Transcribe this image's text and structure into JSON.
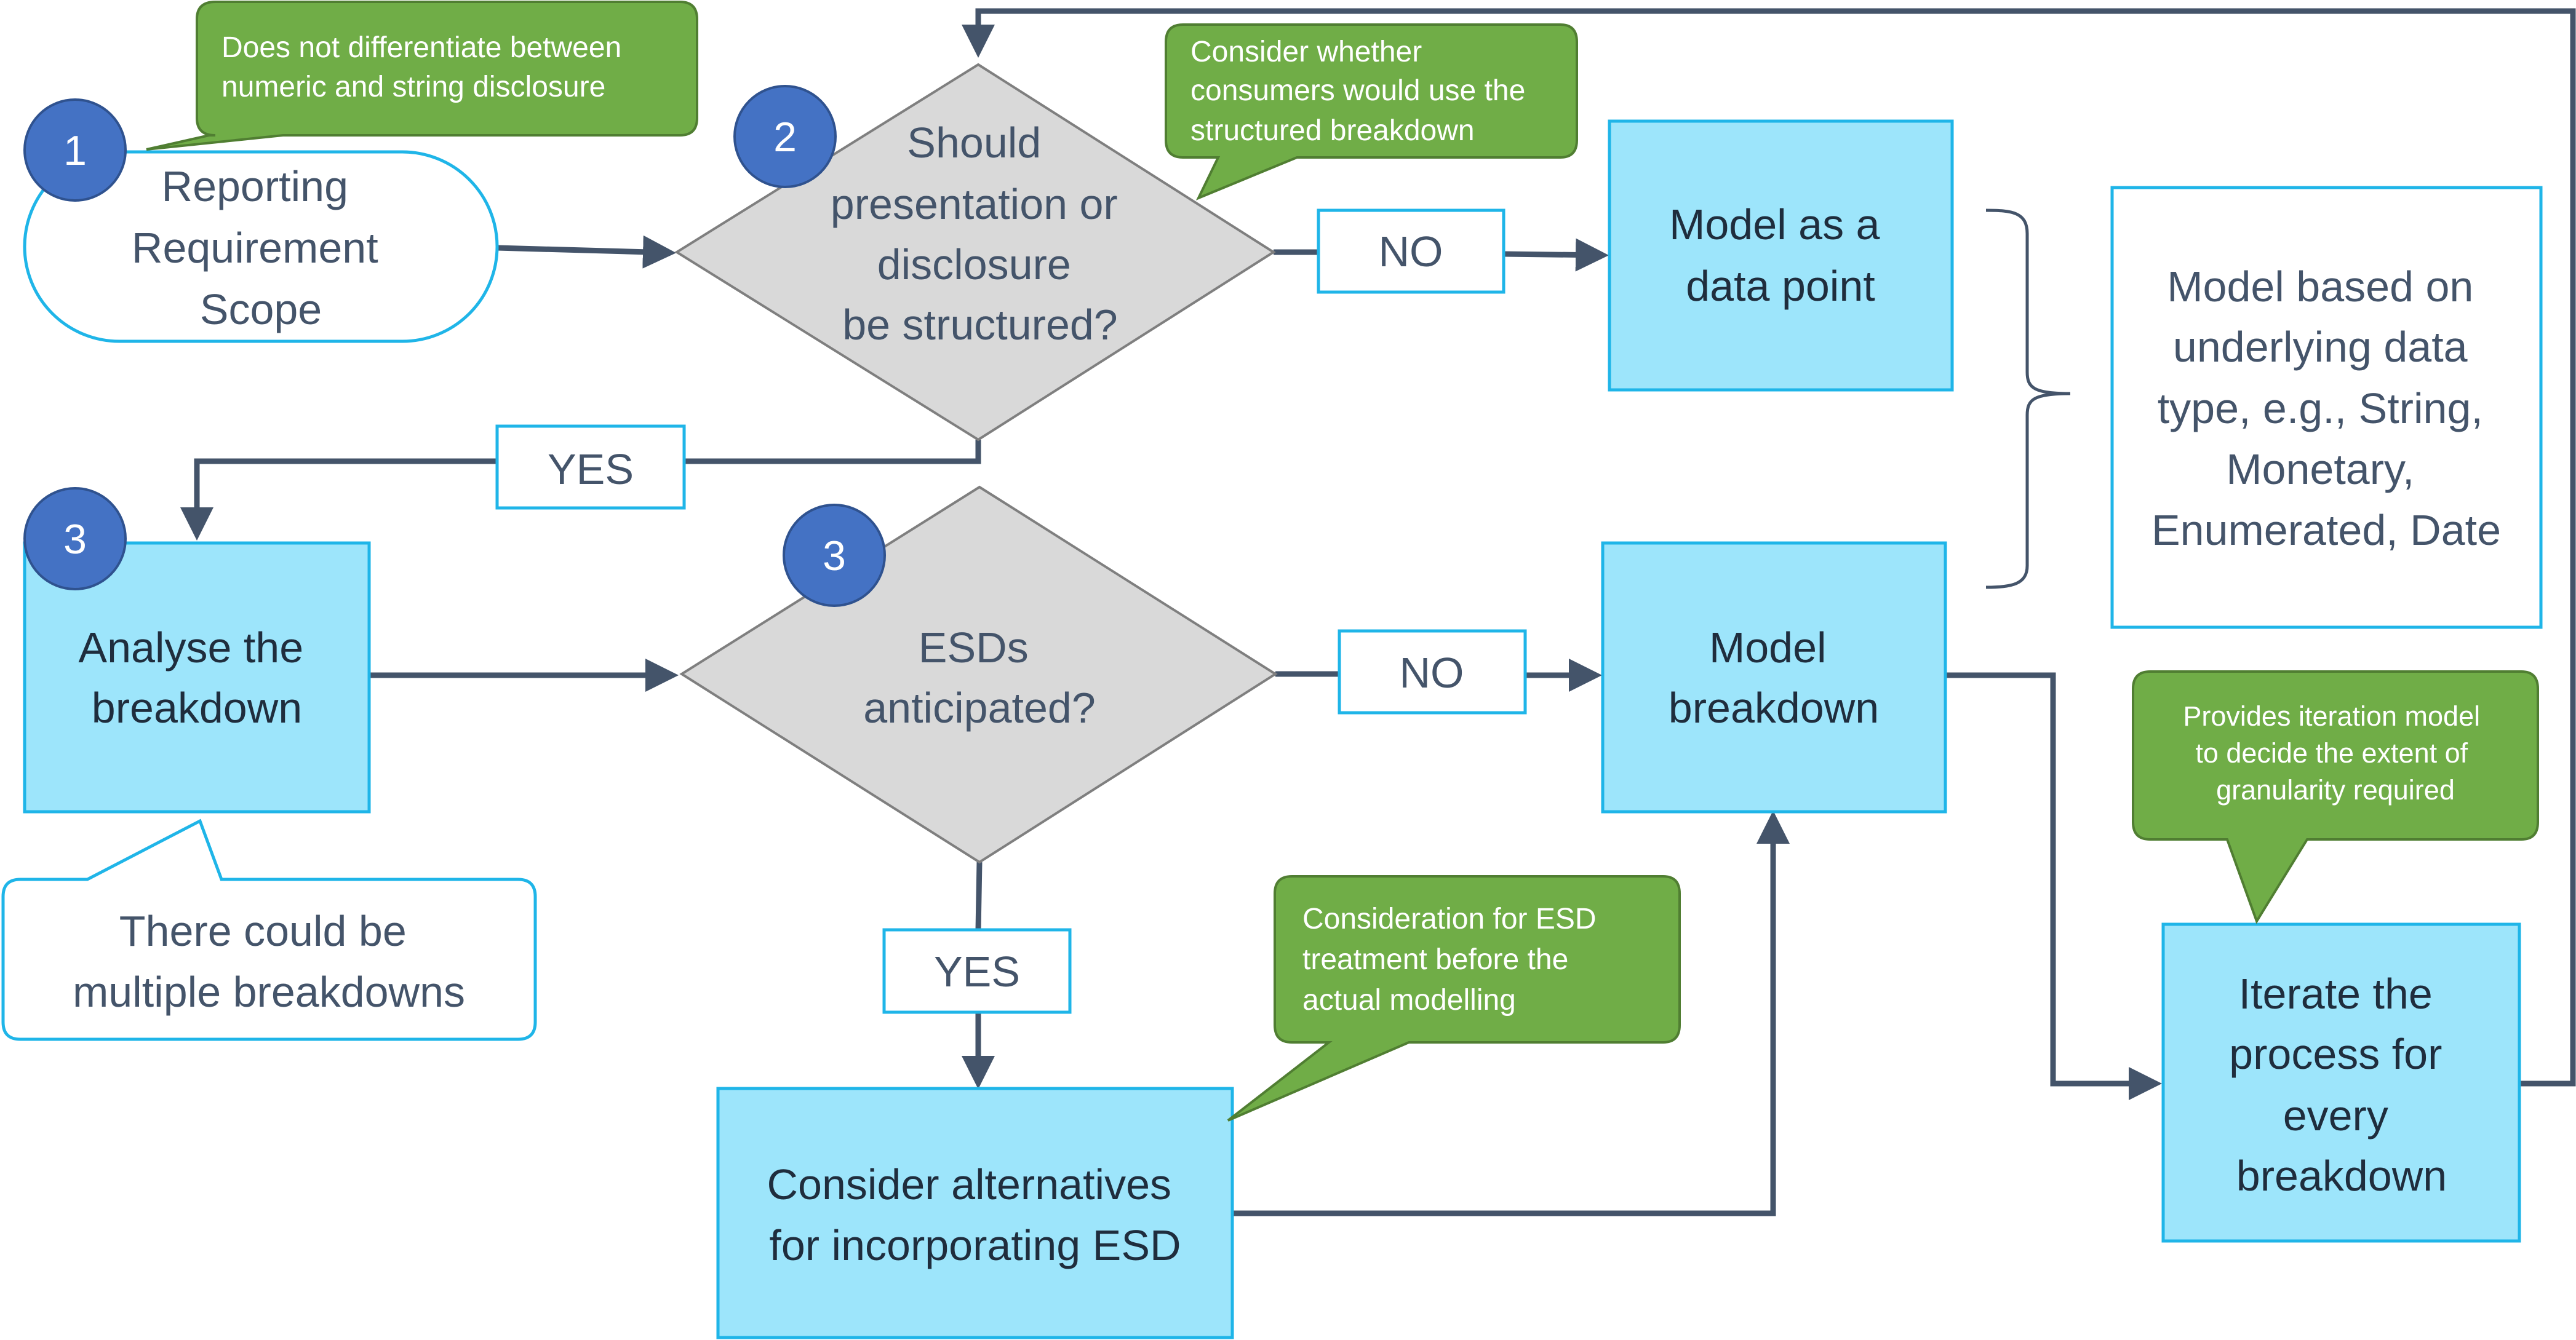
{
  "nodes": {
    "reporting_scope": {
      "lines": [
        "Reporting",
        "Requirement",
        "Scope"
      ]
    },
    "structured_question": {
      "lines": [
        "Should",
        "presentation or",
        "disclosure",
        "be structured?"
      ]
    },
    "data_point": {
      "lines": [
        "Model as a",
        "data point"
      ]
    },
    "analyse_breakdown": {
      "lines": [
        "Analyse the",
        "breakdown"
      ]
    },
    "esds_question": {
      "lines": [
        "ESDs",
        "anticipated?"
      ]
    },
    "model_breakdown": {
      "lines": [
        "Model",
        "breakdown"
      ]
    },
    "consider_alternatives": {
      "lines": [
        "Consider alternatives",
        "for incorporating ESD"
      ]
    },
    "iterate_process": {
      "lines": [
        "Iterate the",
        "process for",
        "every",
        "breakdown"
      ]
    },
    "data_type_note": {
      "lines": [
        "Model based on",
        "underlying data",
        "type, e.g., String,",
        "Monetary,",
        "Enumerated, Date"
      ]
    }
  },
  "edge_labels": {
    "no_top": "NO",
    "yes_top": "YES",
    "no_mid": "NO",
    "yes_mid": "YES"
  },
  "callouts": {
    "numeric_string": [
      "Does not differentiate between",
      "numeric and string disclosure"
    ],
    "consumers": [
      "Consider whether",
      "consumers would use the",
      "structured breakdown"
    ],
    "esd_treatment": [
      "Consideration for ESD",
      "treatment before the",
      "actual modelling"
    ],
    "iteration_model": [
      "Provides iteration model",
      "to decide the extent of",
      "granularity required"
    ],
    "multiple_breakdowns": [
      "There could be",
      "multiple breakdowns"
    ]
  },
  "badges": {
    "step_1": "1",
    "step_2": "2",
    "step_3_left": "3",
    "step_3_mid": "3"
  },
  "colors": {
    "process_fill": "#9de5fb",
    "process_stroke": "#1fb5e8",
    "decision_fill": "#d9d9d9",
    "callout_green": "#70ad47",
    "badge_blue": "#4472c4",
    "connector": "#44546a",
    "text": "#44546a"
  }
}
